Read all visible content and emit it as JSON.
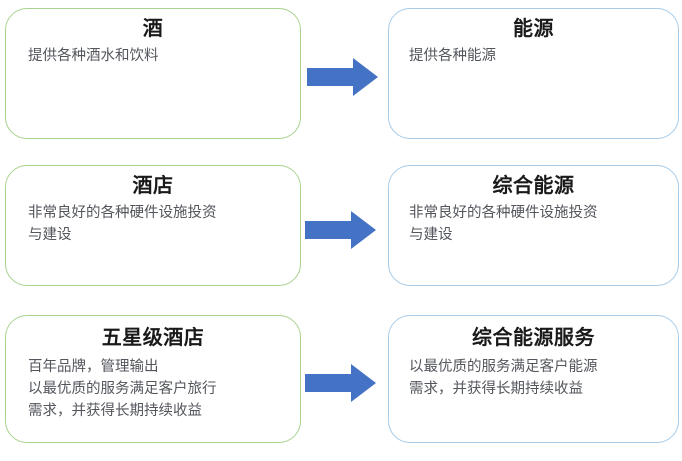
{
  "diagram": {
    "title": "Business transformation mapping",
    "colors": {
      "left_border": "#a9d18e",
      "right_border": "#a6cbe9",
      "arrow": "#4472c4",
      "title_text": "#1a1a1a",
      "body_text": "#53565c",
      "background": "#ffffff"
    },
    "rows": [
      {
        "left": {
          "title": "酒",
          "body": "提供各种酒水和饮料"
        },
        "arrow": {
          "icon": "right-arrow-icon",
          "direction": "right"
        },
        "right": {
          "title": "能源",
          "body": "提供各种能源"
        }
      },
      {
        "left": {
          "title": "酒店",
          "body": "非常良好的各种硬件设施投资\n与建设"
        },
        "arrow": {
          "icon": "right-arrow-icon",
          "direction": "right"
        },
        "right": {
          "title": "综合能源",
          "body": "非常良好的各种硬件设施投资\n与建设"
        }
      },
      {
        "left": {
          "title": "五星级酒店",
          "body": "百年品牌，管理输出\n以最优质的服务满足客户旅行\n需求，并获得长期持续收益"
        },
        "arrow": {
          "icon": "right-arrow-icon",
          "direction": "right"
        },
        "right": {
          "title": "综合能源服务",
          "body": "以最优质的服务满足客户能源\n需求，并获得长期持续收益"
        }
      }
    ]
  }
}
